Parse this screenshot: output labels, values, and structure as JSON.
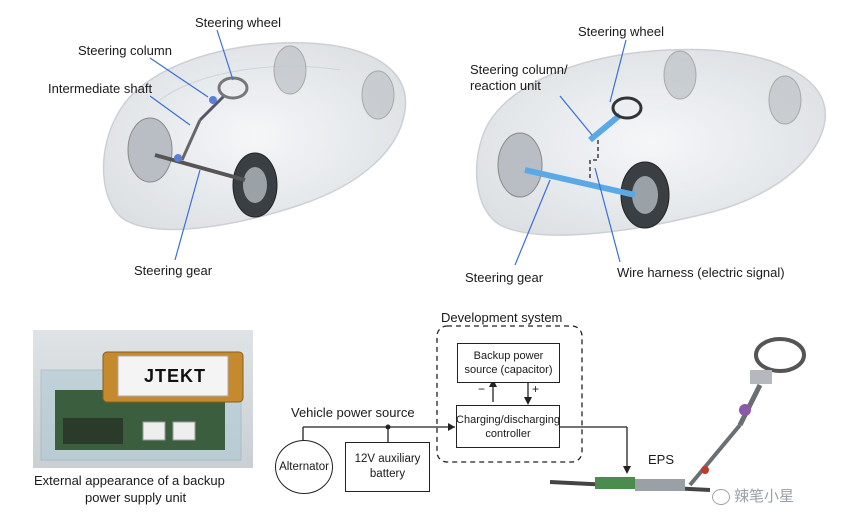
{
  "left_car": {
    "labels": {
      "steering_wheel": "Steering wheel",
      "steering_column": "Steering column",
      "intermediate_shaft": "Intermediate shaft",
      "steering_gear": "Steering gear"
    }
  },
  "right_car": {
    "labels": {
      "steering_wheel": "Steering wheel",
      "steering_column_line1": "Steering column/",
      "steering_column_line2": "reaction unit",
      "steering_gear": "Steering gear",
      "wire_harness": "Wire harness (electric signal)"
    }
  },
  "backup_unit": {
    "logo_text": "JTEKT",
    "caption_line1": "External appearance of a backup",
    "caption_line2": "power supply unit"
  },
  "block_diagram": {
    "development_system": "Development system",
    "vehicle_power_source": "Vehicle power source",
    "alternator": "Alternator",
    "battery_line1": "12V auxiliary",
    "battery_line2": "battery",
    "backup_power_line1": "Backup power",
    "backup_power_line2": "source (capacitor)",
    "controller_line1": "Charging/discharging",
    "controller_line2": "controller",
    "minus": "−",
    "plus": "+",
    "eps": "EPS"
  },
  "watermark": {
    "text": "辣笔小星"
  },
  "colors": {
    "line": "#3b6fd6",
    "accent_blue": "#5aa9e6",
    "car_body": "#e9ecef"
  }
}
